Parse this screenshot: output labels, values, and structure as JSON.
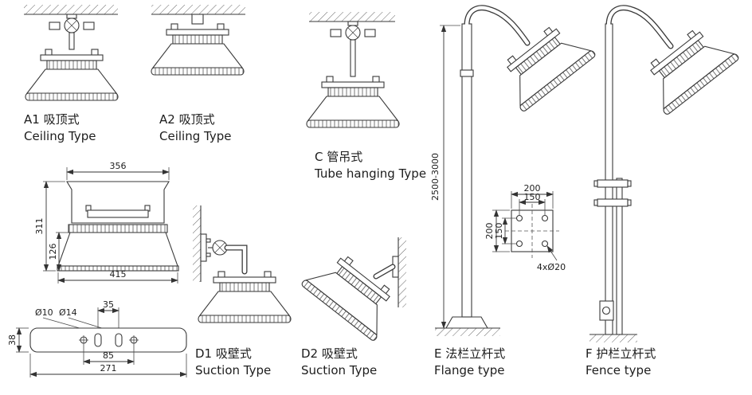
{
  "types": {
    "a1": {
      "label_cn": "A1 吸顶式",
      "label_en": "Ceiling Type"
    },
    "a2": {
      "label_cn": "A2 吸顶式",
      "label_en": "Ceiling Type"
    },
    "c": {
      "label_cn": "C 管吊式",
      "label_en": "Tube hanging Type"
    },
    "d1": {
      "label_cn": "D1 吸壁式",
      "label_en": "Suction Type"
    },
    "d2": {
      "label_cn": "D2 吸壁式",
      "label_en": "Suction Type"
    },
    "e": {
      "label_cn": "E 法栏立杆式",
      "label_en": "Flange type"
    },
    "f": {
      "label_cn": "F 护栏立杆式",
      "label_en": "Fence type"
    }
  },
  "dimensions": {
    "front_view": {
      "top_width": "356",
      "total_height": "311",
      "bell_height": "126",
      "bottom_width": "415"
    },
    "bracket": {
      "hole_small": "Ø10",
      "hole_large": "Ø14",
      "slot_spacing": "35",
      "hole_spacing": "85",
      "length": "271",
      "height": "38"
    },
    "pole": {
      "height_range": "2500-3000"
    },
    "flange": {
      "plate_size": "200",
      "hole_pitch": "150",
      "bolt_holes": "4xØ20"
    }
  },
  "colors": {
    "line": "#3a3a3a",
    "text": "#1d1d1d",
    "background": "#ffffff"
  }
}
